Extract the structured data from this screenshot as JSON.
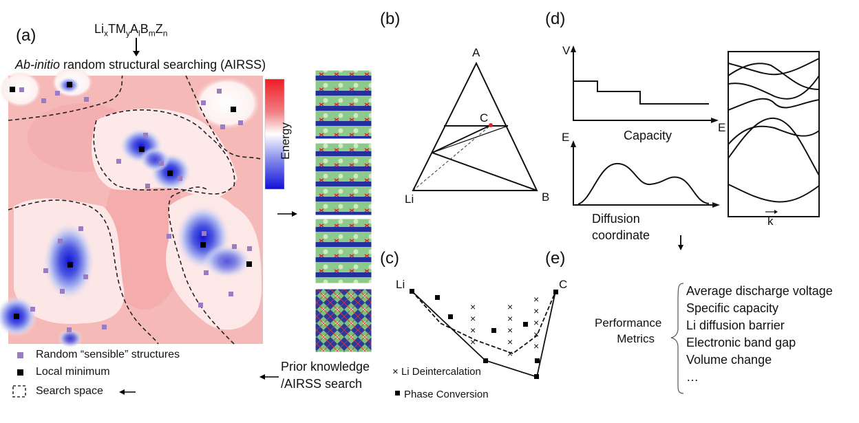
{
  "panels": {
    "a": "(a)",
    "b": "(b)",
    "c": "(c)",
    "d": "(d)",
    "e": "(e)"
  },
  "formula": {
    "li": "Li",
    "x": "x",
    "tm": "TM",
    "y": "y",
    "a": "A",
    "l": "l",
    "b": "B",
    "m": "m",
    "z": "Z",
    "n": "n"
  },
  "airss": {
    "italic": "Ab-initio",
    "rest": " random structural searching (AIRSS)"
  },
  "colorbar_label": "Energy",
  "legend_a": {
    "random": "Random “sensible” structures",
    "local_min": "Local minimum",
    "search_space": "Search space"
  },
  "prior": {
    "line1": "Prior knowledge",
    "line2": "/AIRSS search"
  },
  "ternary": {
    "a": "A",
    "b": "B",
    "c": "C",
    "li": "Li"
  },
  "hull": {
    "li": "Li",
    "c": "C",
    "deintercalation": "Li Deintercalation",
    "phase_conversion": "Phase Conversion",
    "x_marker": "×"
  },
  "panel_d": {
    "v": "V",
    "capacity": "Capacity",
    "e1": "E",
    "e2": "E",
    "diffusion1": "Diffusion",
    "diffusion2": "coordinate",
    "k": "k"
  },
  "metrics_label": {
    "line1": "Performance",
    "line2": "Metrics"
  },
  "metrics": [
    "Average discharge voltage",
    "Specific capacity",
    "Li diffusion barrier",
    "Electronic band gap",
    "Volume change",
    "…"
  ],
  "colors": {
    "high": "#ee3b3b",
    "low": "#1010d8",
    "random_marker": "#9b7cc0",
    "min_marker": "#000000",
    "land": "#f6c3c3"
  }
}
